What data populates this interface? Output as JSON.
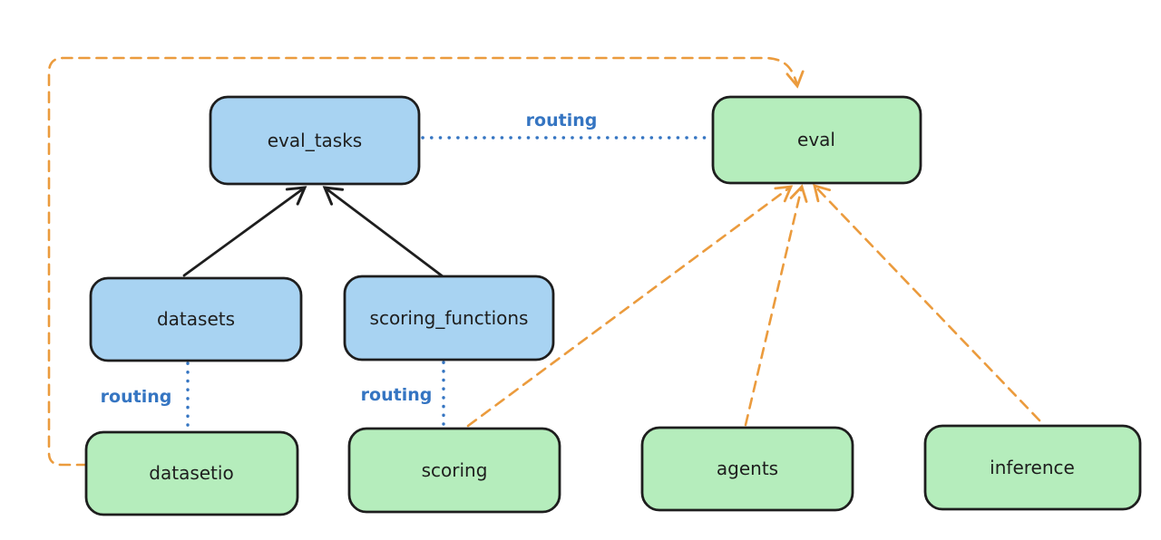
{
  "diagram": {
    "kind": "architecture-routing-diagram",
    "background": "#ffffff",
    "colors": {
      "blue_fill": "#a8d3f2",
      "green_fill": "#b5edbc",
      "node_stroke": "#1e1e1e",
      "routing_blue": "#3575c2",
      "orange": "#eb9b3d",
      "black": "#1e1e1e"
    },
    "nodes": [
      {
        "id": "eval_tasks",
        "label": "eval_tasks",
        "fill": "blue"
      },
      {
        "id": "eval",
        "label": "eval",
        "fill": "green"
      },
      {
        "id": "datasets",
        "label": "datasets",
        "fill": "blue"
      },
      {
        "id": "scoring_functions",
        "label": "scoring_functions",
        "fill": "blue"
      },
      {
        "id": "datasetio",
        "label": "datasetio",
        "fill": "green"
      },
      {
        "id": "scoring",
        "label": "scoring",
        "fill": "green"
      },
      {
        "id": "agents",
        "label": "agents",
        "fill": "green"
      },
      {
        "id": "inference",
        "label": "inference",
        "fill": "green"
      }
    ],
    "edges": [
      {
        "from": "eval_tasks",
        "to": "eval",
        "style": "dotted",
        "color": "blue",
        "label": "routing"
      },
      {
        "from": "datasets",
        "to": "eval_tasks",
        "style": "solid-arrow",
        "color": "black",
        "label": ""
      },
      {
        "from": "scoring_functions",
        "to": "eval_tasks",
        "style": "solid-arrow",
        "color": "black",
        "label": ""
      },
      {
        "from": "datasets",
        "to": "datasetio",
        "style": "dotted",
        "color": "blue",
        "label": "routing"
      },
      {
        "from": "scoring_functions",
        "to": "scoring",
        "style": "dotted",
        "color": "blue",
        "label": "routing"
      },
      {
        "from": "datasetio",
        "to": "eval",
        "style": "dashed-arrow",
        "color": "orange",
        "label": ""
      },
      {
        "from": "scoring",
        "to": "eval",
        "style": "dashed-arrow",
        "color": "orange",
        "label": ""
      },
      {
        "from": "agents",
        "to": "eval",
        "style": "dashed-arrow",
        "color": "orange",
        "label": ""
      },
      {
        "from": "inference",
        "to": "eval",
        "style": "dashed-arrow",
        "color": "orange",
        "label": ""
      }
    ]
  }
}
